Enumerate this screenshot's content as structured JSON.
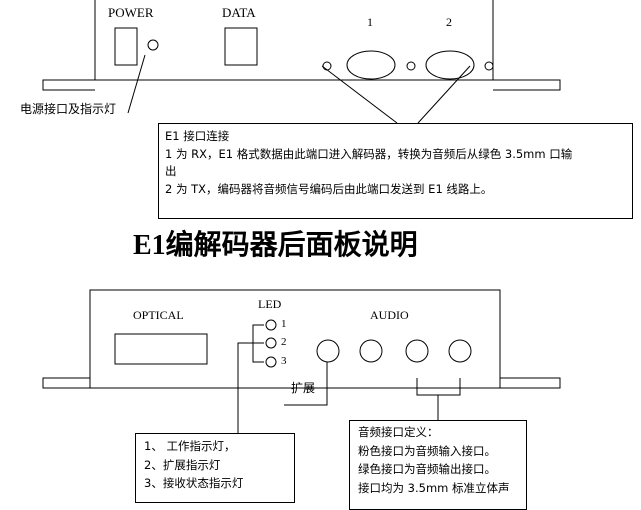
{
  "rear_panel_top": {
    "labels": {
      "power": "POWER",
      "data": "DATA",
      "port1": "1",
      "port2": "2",
      "power_callout": "电源接口及指示灯"
    },
    "callout_e1": {
      "lines": [
        "E1 接口连接",
        "1 为 RX，E1 格式数据由此端口进入解码器，转换为音频后从绿色 3.5mm 口输",
        "出",
        "2 为 TX，编码器将音频信号编码后由此端口发送到 E1 线路上。"
      ]
    }
  },
  "title": "E1编解码器后面板说明",
  "front_panel_bottom": {
    "labels": {
      "optical": "OPTICAL",
      "led": "LED",
      "led_1": "1",
      "led_2": "2",
      "led_3": "3",
      "audio": "AUDIO",
      "expand": "扩展"
    },
    "led_legend": {
      "lines": [
        "1、 工作指示灯，",
        "2、扩展指示灯",
        "3、接收状态指示灯"
      ]
    },
    "audio_legend": {
      "lines": [
        "音频接口定义：",
        "粉色接口为音频输入接口。",
        "绿色接口为音频输出接口。",
        "接口均为 3.5mm 标准立体声"
      ]
    }
  }
}
